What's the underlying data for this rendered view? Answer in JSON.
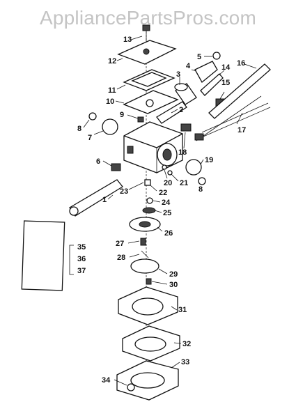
{
  "watermark": "AppliancePartsPros.com",
  "callouts": {
    "n1": "1",
    "n2": "2",
    "n3": "3",
    "n4": "4",
    "n5": "5",
    "n6": "6",
    "n7": "7",
    "n8a": "8",
    "n8b": "8",
    "n9": "9",
    "n10": "10",
    "n11": "11",
    "n12": "12",
    "n13": "13",
    "n14": "14",
    "n15": "15",
    "n16": "16",
    "n17": "17",
    "n18": "18",
    "n19": "19",
    "n20": "20",
    "n21": "21",
    "n22": "22",
    "n23": "23",
    "n24": "24",
    "n25": "25",
    "n26": "26",
    "n27": "27",
    "n28": "28",
    "n29": "29",
    "n30": "30",
    "n31": "31",
    "n32": "32",
    "n33": "33",
    "n34": "34",
    "n35": "35",
    "n36": "36",
    "n37": "37"
  }
}
